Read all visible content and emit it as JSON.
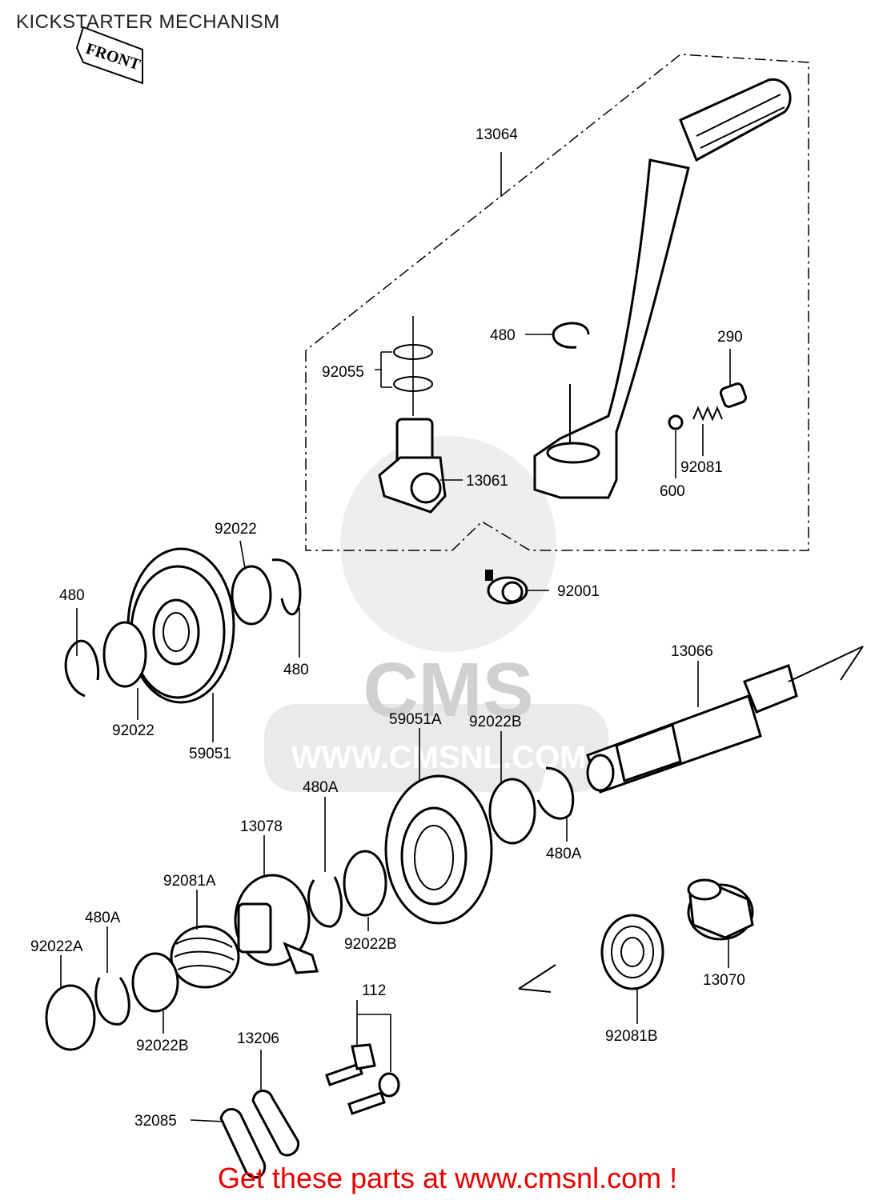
{
  "title": "KICKSTARTER MECHANISM",
  "front_label": "FRONT",
  "watermark": {
    "brand": "CMS",
    "url": "WWW.CMSNL.COM"
  },
  "footer": "Get these parts at www.cmsnl.com !",
  "colors": {
    "footer": "#e60000",
    "watermark": "#d9d9d9"
  },
  "parts": {
    "p13064": "13064",
    "p480_top": "480",
    "p290": "290",
    "p92055": "92055",
    "p92081": "92081",
    "p600": "600",
    "p13061": "13061",
    "p92022_top": "92022",
    "p480_left": "480",
    "p480_mid": "480",
    "p92001": "92001",
    "p92022_left": "92022",
    "p59051": "59051",
    "p13066": "13066",
    "p59051A": "59051A",
    "p92022B_top": "92022B",
    "p480A_top": "480A",
    "p13078": "13078",
    "p480A_right": "480A",
    "p92081A": "92081A",
    "p480A_left": "480A",
    "p92022A": "92022A",
    "p92022B_mid": "92022B",
    "p92022B_bottom": "92022B",
    "p13070": "13070",
    "p92081B": "92081B",
    "p112": "112",
    "p13206": "13206",
    "p32085": "32085"
  }
}
